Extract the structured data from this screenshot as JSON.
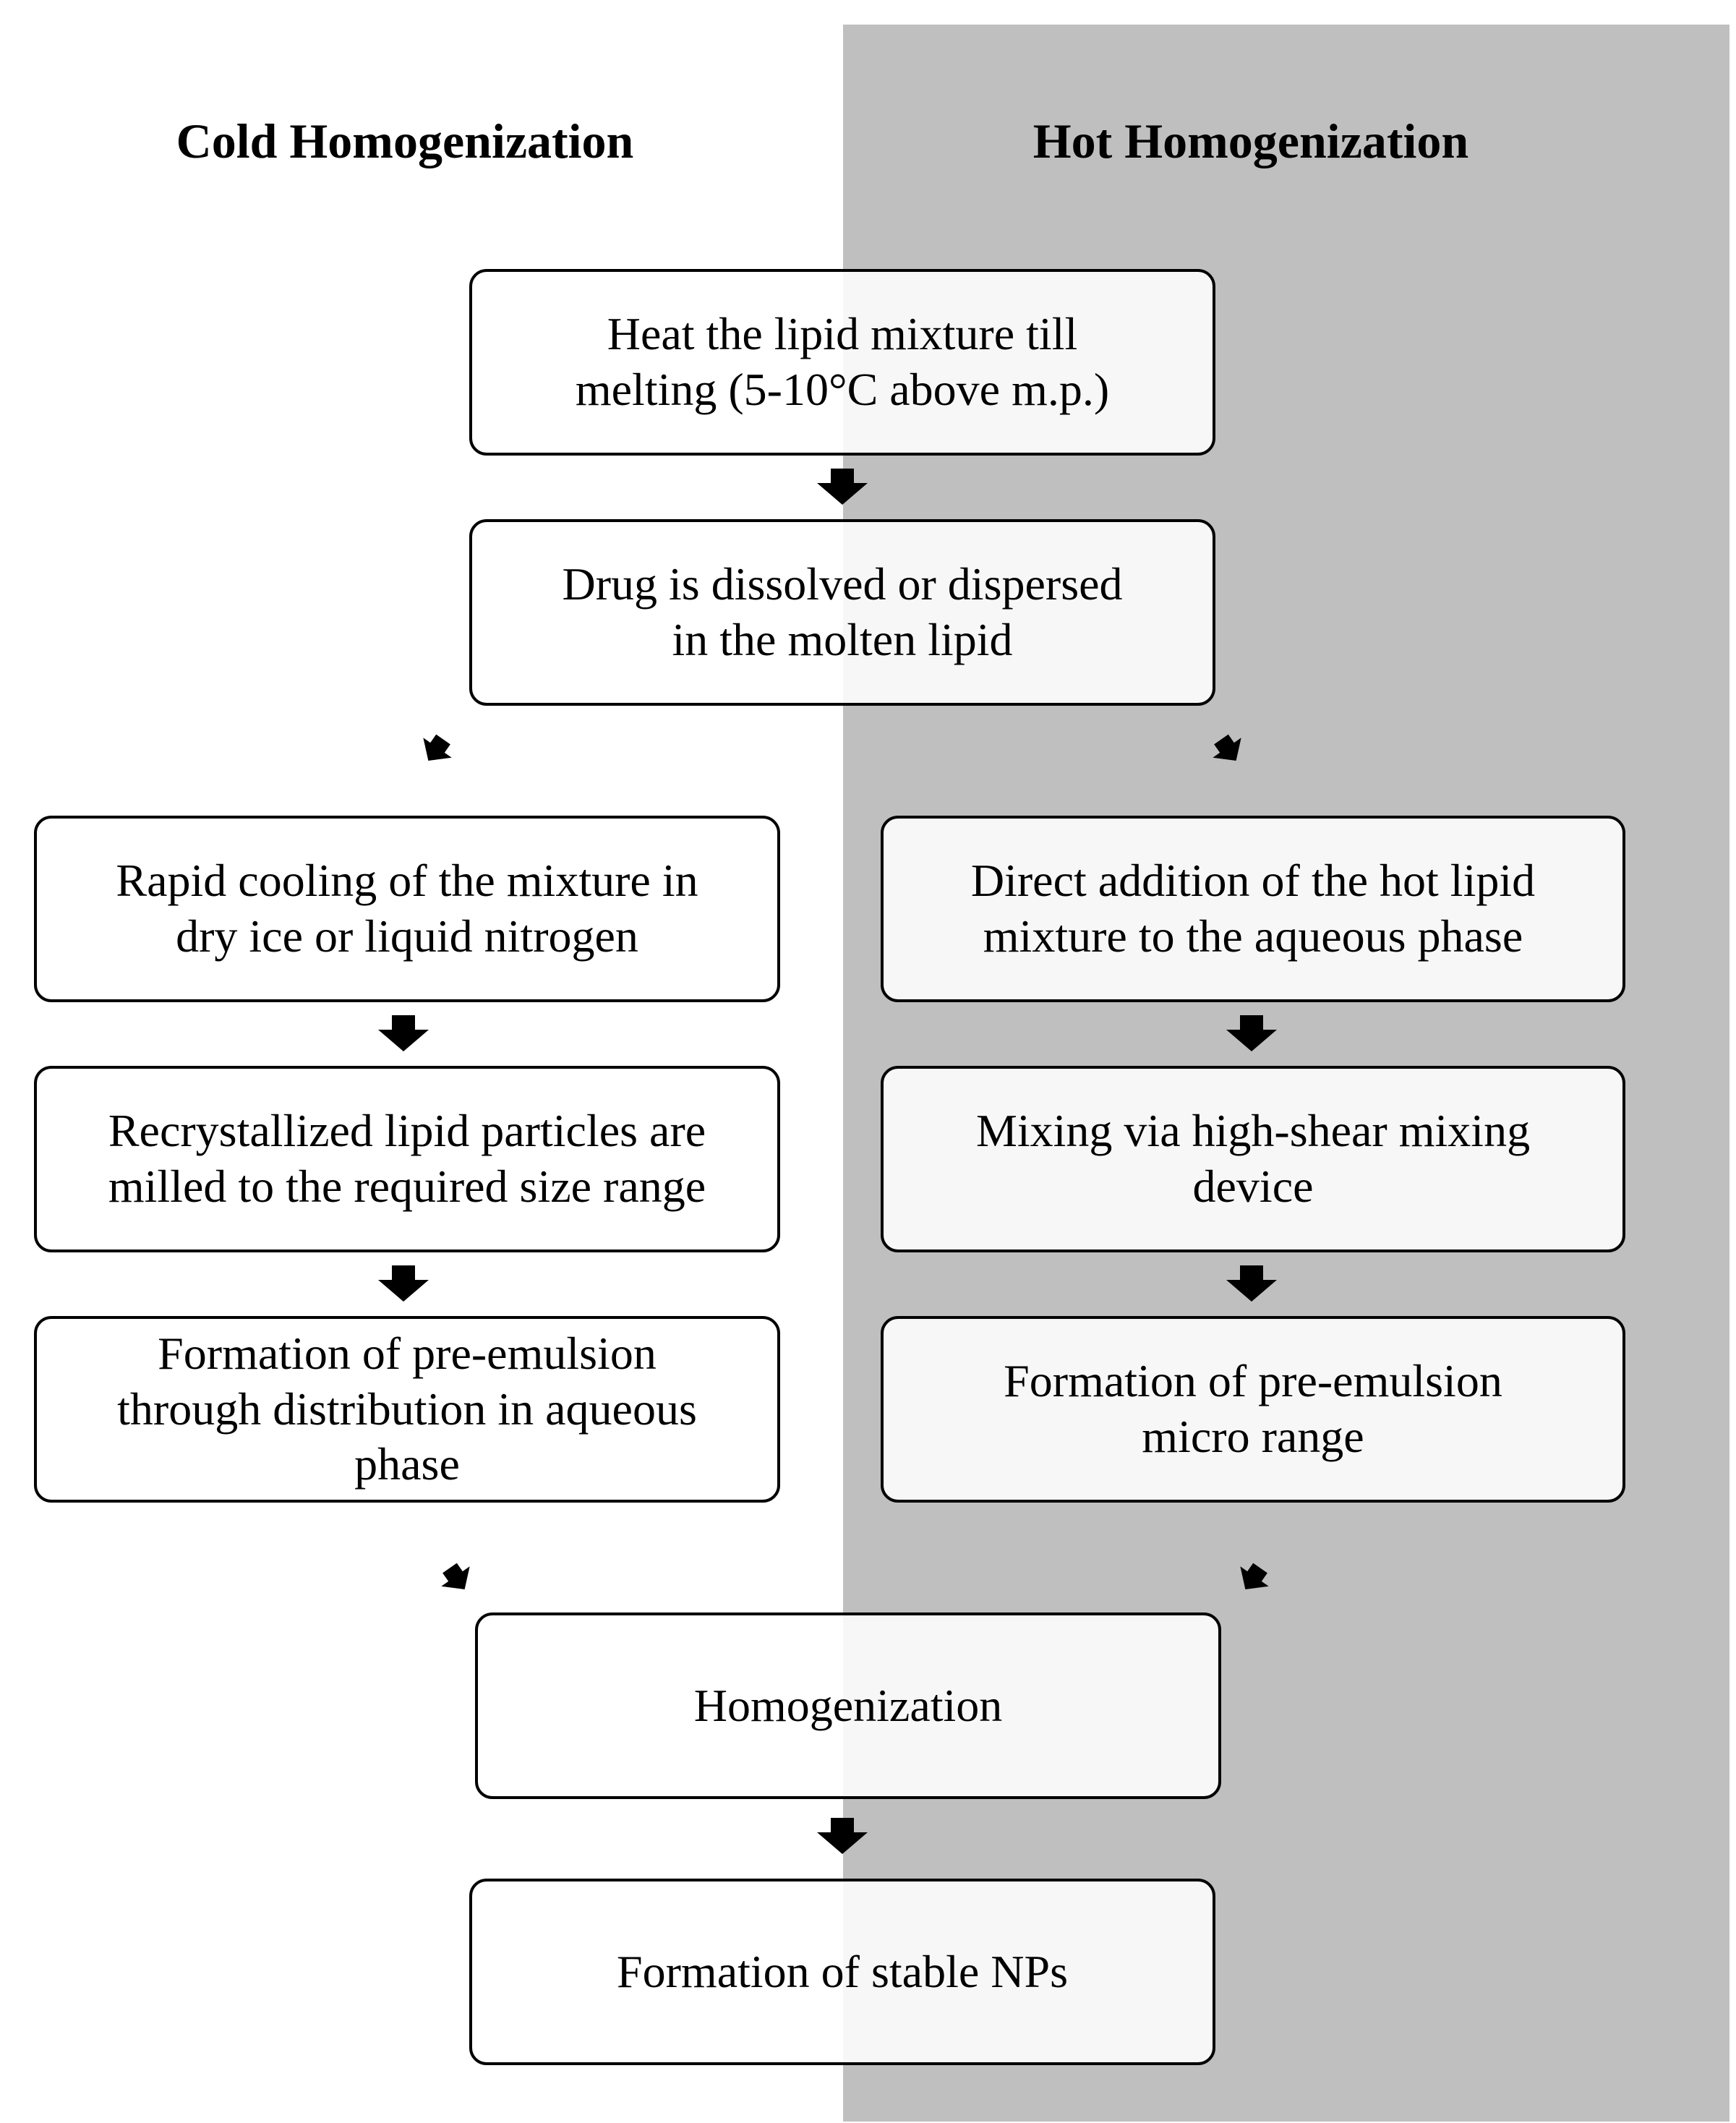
{
  "columns": {
    "cold_title": "Cold Homogenization",
    "hot_title": "Hot Homogenization"
  },
  "colors": {
    "hot_background": "#bfbfbf",
    "box_border": "#000000",
    "arrow": "#000000"
  },
  "shared_steps": {
    "heat": [
      "Heat the lipid mixture till",
      "melting (5-10°C above m.p.)"
    ],
    "drug": [
      "Drug is dissolved or dispersed",
      "in the molten lipid"
    ]
  },
  "cold_steps": {
    "rapid_cooling": [
      "Rapid cooling of the mixture in",
      "dry ice or liquid nitrogen"
    ],
    "recrystallized": [
      "Recrystallized lipid particles are",
      "milled to the required size range"
    ],
    "pre_emulsion": [
      "Formation of pre-emulsion",
      "through distribution in aqueous",
      "phase"
    ]
  },
  "hot_steps": {
    "direct_addition": [
      "Direct addition of the hot lipid",
      "mixture to the aqueous phase"
    ],
    "mixing": [
      "Mixing via high-shear mixing",
      "device"
    ],
    "pre_emulsion": [
      "Formation of pre-emulsion",
      "micro range"
    ]
  },
  "final_steps": {
    "homogenization": "Homogenization",
    "stable_nps": "Formation of stable NPs"
  }
}
